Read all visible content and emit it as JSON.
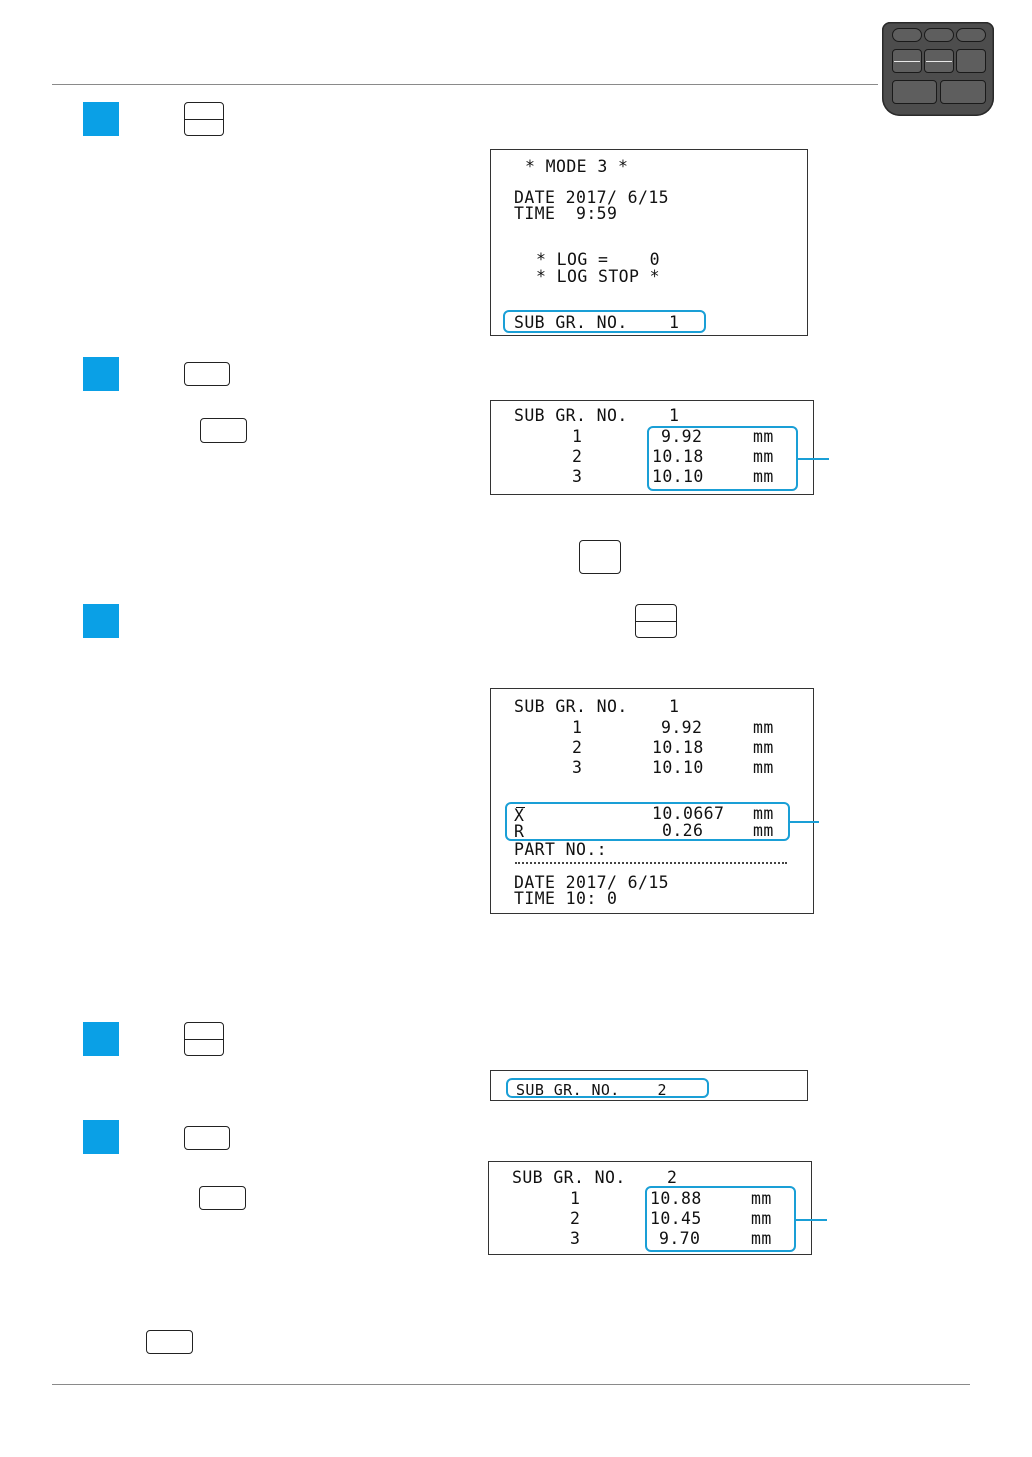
{
  "screen1": {
    "mode_line": "* MODE 3 *",
    "date_line": "DATE 2017/ 6/15",
    "time_line": "TIME  9:59",
    "log_line": "* LOG =    0",
    "log_stop_line": "* LOG STOP *",
    "subgroup_line": "SUB GR. NO.    1"
  },
  "screen2": {
    "header": "SUB GR. NO.    1",
    "rows": [
      {
        "n": "1",
        "value": "9.92",
        "unit": "mm"
      },
      {
        "n": "2",
        "value": "10.18",
        "unit": "mm"
      },
      {
        "n": "3",
        "value": "10.10",
        "unit": "mm"
      }
    ]
  },
  "screen3": {
    "header": "SUB GR. NO.    1",
    "rows": [
      {
        "n": "1",
        "value": "9.92",
        "unit": "mm"
      },
      {
        "n": "2",
        "value": "10.18",
        "unit": "mm"
      },
      {
        "n": "3",
        "value": "10.10",
        "unit": "mm"
      }
    ],
    "xbar_label": "X",
    "xbar_value": "10.0667",
    "xbar_unit": "mm",
    "r_label": "R",
    "r_value": "0.26",
    "r_unit": "mm",
    "part_no": "PART NO.:",
    "date_line": "DATE 2017/ 6/15",
    "time_line": "TIME 10: 0"
  },
  "screen4": {
    "subgroup_line": "SUB GR. NO.    2"
  },
  "screen5": {
    "header": "SUB GR. NO.    2",
    "rows": [
      {
        "n": "1",
        "value": "10.88",
        "unit": "mm"
      },
      {
        "n": "2",
        "value": "10.45",
        "unit": "mm"
      },
      {
        "n": "3",
        "value": "9.70",
        "unit": "mm"
      }
    ]
  },
  "colors": {
    "step_marker": "#0aa0e6",
    "highlight": "#1a9fd6"
  },
  "icons": {
    "keypad": "keypad-icon"
  }
}
